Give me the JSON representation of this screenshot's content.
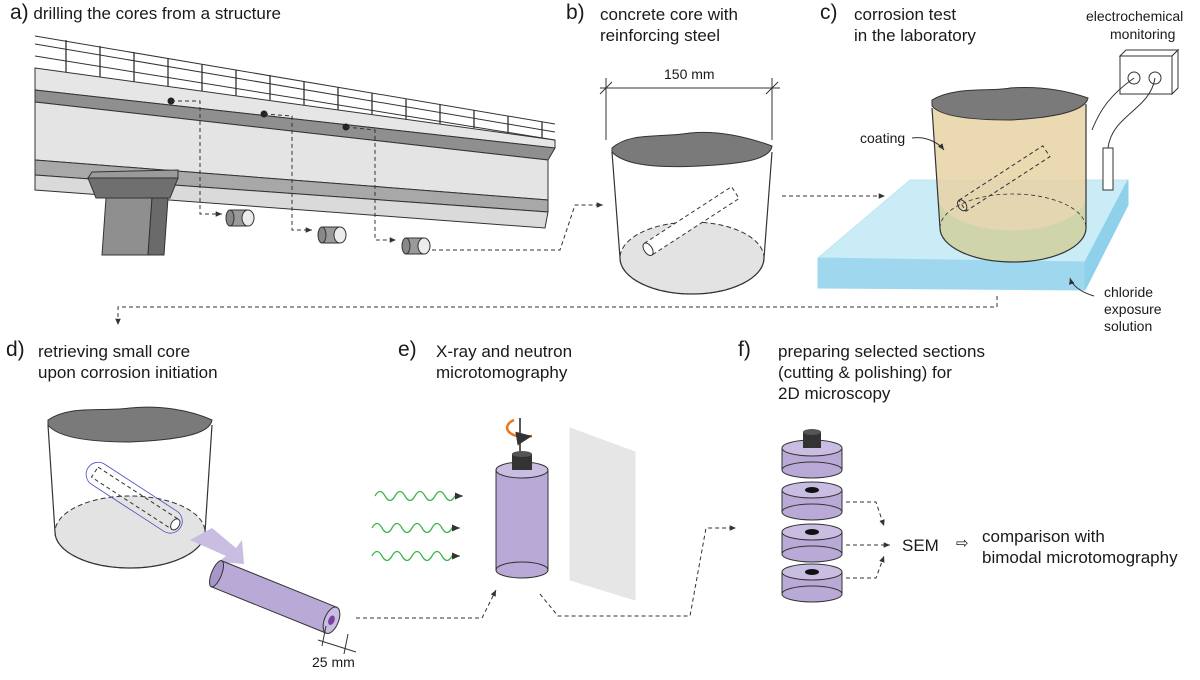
{
  "panels": {
    "a": {
      "letter": "a)",
      "title": "drilling the cores from a structure"
    },
    "b": {
      "letter": "b)",
      "title_line1": "concrete core with",
      "title_line2": "reinforcing steel",
      "dimension": "150 mm"
    },
    "c": {
      "letter": "c)",
      "title_line1": "corrosion test",
      "title_line2": "in the laboratory",
      "monitoring_line1": "electrochemical",
      "monitoring_line2": "monitoring",
      "coating": "coating",
      "solution_line1": "chloride",
      "solution_line2": "exposure",
      "solution_line3": "solution"
    },
    "d": {
      "letter": "d)",
      "title_line1": "retrieving small core",
      "title_line2": "upon corrosion initiation",
      "dimension": "25 mm"
    },
    "e": {
      "letter": "e)",
      "title_line1": "X-ray and neutron",
      "title_line2": "microtomography"
    },
    "f": {
      "letter": "f)",
      "title_line1": "preparing selected sections",
      "title_line2": "(cutting & polishing) for",
      "title_line3": "2D microscopy",
      "sem": "SEM",
      "result_line1": "comparison with",
      "result_line2": "bimodal microtomography"
    }
  },
  "colors": {
    "concrete": "#e3e3e3",
    "concrete_dark": "#8c8c8c",
    "coating": "#e8d2a4",
    "solution": "#bfe6f3",
    "sample": "#b9a9d6",
    "rotation": "#e8771e",
    "radiation": "#3cb54a"
  }
}
